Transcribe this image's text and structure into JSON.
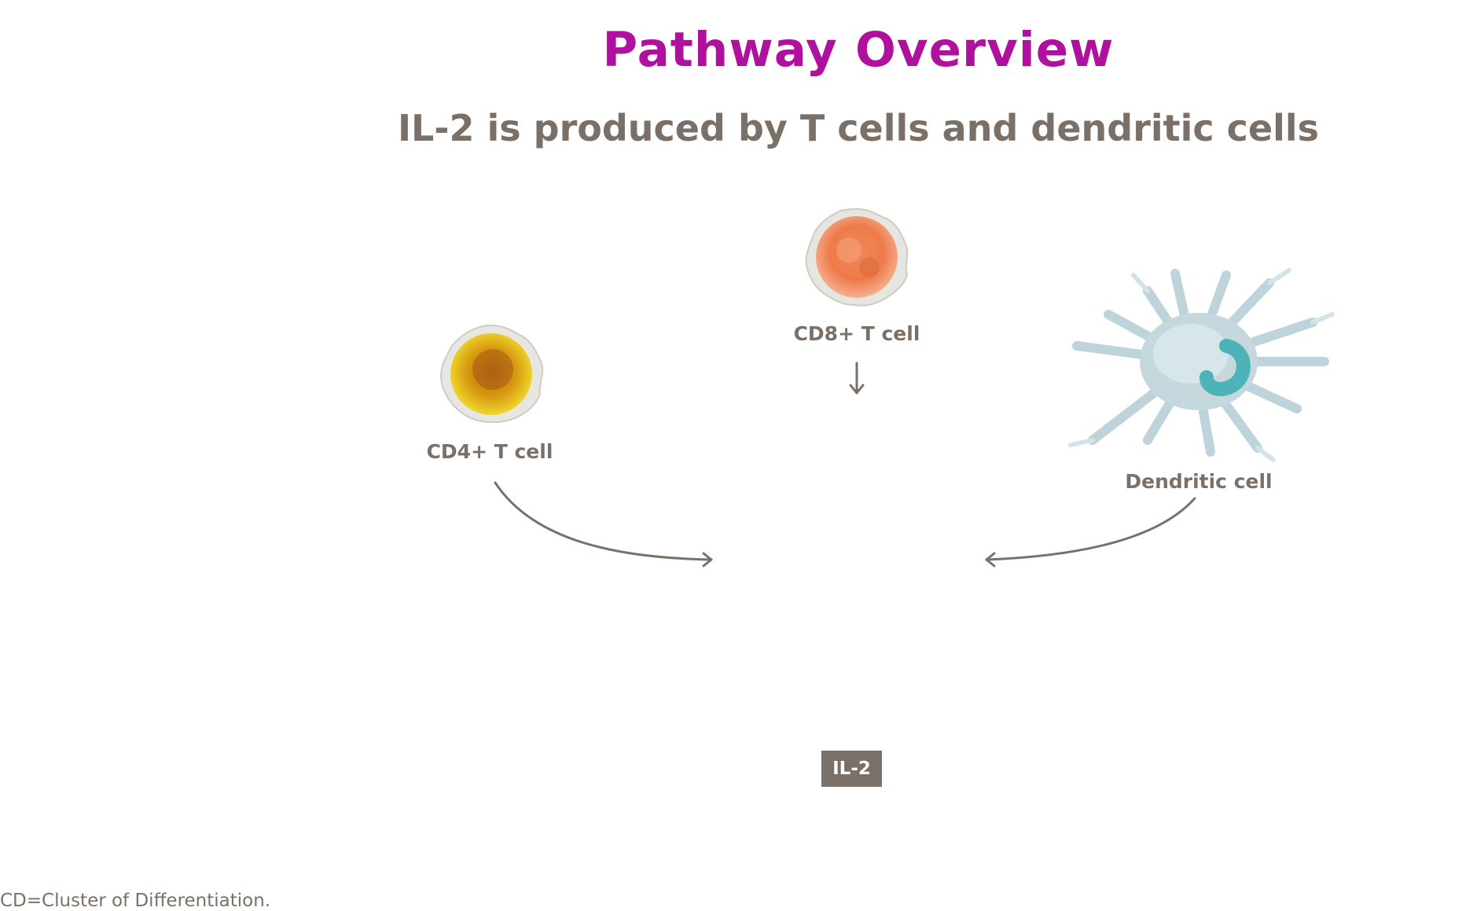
{
  "title": "Pathway Overview",
  "subtitle": "IL-2 is produced by T cells and dendritic cells",
  "cells": {
    "cd4": "CD4+ T cell",
    "cd8": "CD8+ T cell",
    "dendritic": "Dendritic cell"
  },
  "il2_label": "IL-2",
  "footnote": "CD=Cluster of Differentiation.",
  "colors": {
    "title": "#b0109e",
    "text": "#7b7068",
    "badge_bg": "#7b7068",
    "arrow": "#7b7068"
  },
  "icons": [
    "cd4-t-cell-icon",
    "cd8-t-cell-icon",
    "dendritic-cell-icon",
    "arrow-icon"
  ]
}
